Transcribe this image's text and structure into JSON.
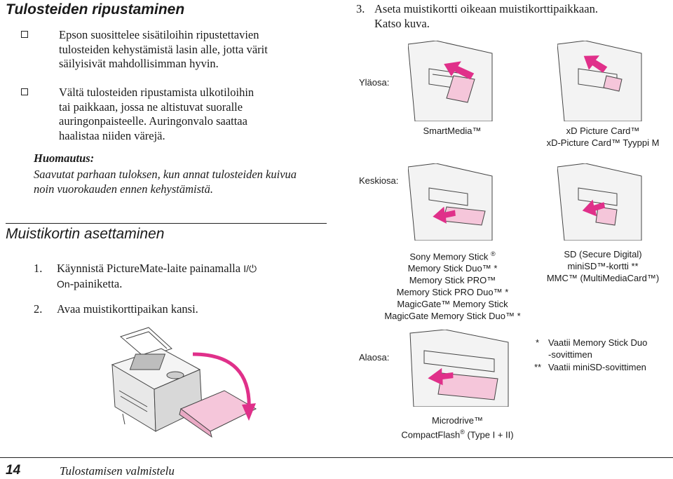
{
  "left": {
    "heading": "Tulosteiden ripustaminen",
    "bullets": [
      [
        "Epson suosittelee sisätiloihin ripustettavien",
        "tulosteiden kehystämistä lasin alle, jotta värit",
        "säilyisivät mahdollisimman hyvin."
      ],
      [
        "Vältä tulosteiden ripustamista ulkotiloihin",
        "tai paikkaan, jossa ne altistuvat suoralle",
        "auringonpaisteelle. Auringonvalo saattaa",
        "haalistaa niiden värejä."
      ]
    ],
    "note_label": "Huomautus:",
    "note_lines": [
      "Saavutat parhaan tuloksen, kun annat tulosteiden kuivua",
      "noin vuorokauden ennen kehystämistä."
    ],
    "section_heading": "Muistikortin asettaminen",
    "step1": {
      "num": "1.",
      "line1": "Käynnistä PictureMate-laite painamalla",
      "key": "I/⏻",
      "line2_key": "On",
      "line2": "-painiketta."
    },
    "step2": {
      "num": "2.",
      "text": "Avaa muistikorttipaikan kansi."
    }
  },
  "right": {
    "step3": {
      "num": "3.",
      "line1": "Aseta muistikortti oikeaan muistikorttipaikkaan.",
      "line2": "Katso kuva."
    },
    "slot_top": "Yläosa:",
    "slot_middle": "Keskiosa:",
    "slot_bottom": "Alaosa:",
    "cap_smartmedia": "SmartMedia™",
    "cap_xd": [
      "xD Picture Card™",
      "xD-Picture Card™ Tyyppi M"
    ],
    "cap_memorystick": [
      "Sony Memory Stick",
      "Memory Stick Duo™ *",
      "Memory Stick PRO™",
      "Memory Stick PRO Duo™ *",
      "MagicGate™ Memory Stick",
      "MagicGate Memory Stick Duo™ *"
    ],
    "reg_mark": "®",
    "cap_sd": [
      "SD (Secure Digital)",
      "miniSD™-kortti **",
      "MMC™ (MultiMediaCard™)"
    ],
    "footnotes": [
      {
        "mark": "*",
        "lines": [
          "Vaatii Memory Stick Duo",
          "-sovittimen"
        ]
      },
      {
        "mark": "**",
        "lines": [
          "Vaatii miniSD-sovittimen"
        ]
      }
    ],
    "cap_microdrive": "Microdrive™",
    "cap_cf_a": "CompactFlash",
    "cap_cf_b": " (Type I + II)"
  },
  "footer": {
    "page_number": "14",
    "title": "Tulostamisen valmistelu"
  },
  "colors": {
    "card": "#f5c6da",
    "arrow": "#e0308a",
    "text": "#1a1a1a"
  }
}
